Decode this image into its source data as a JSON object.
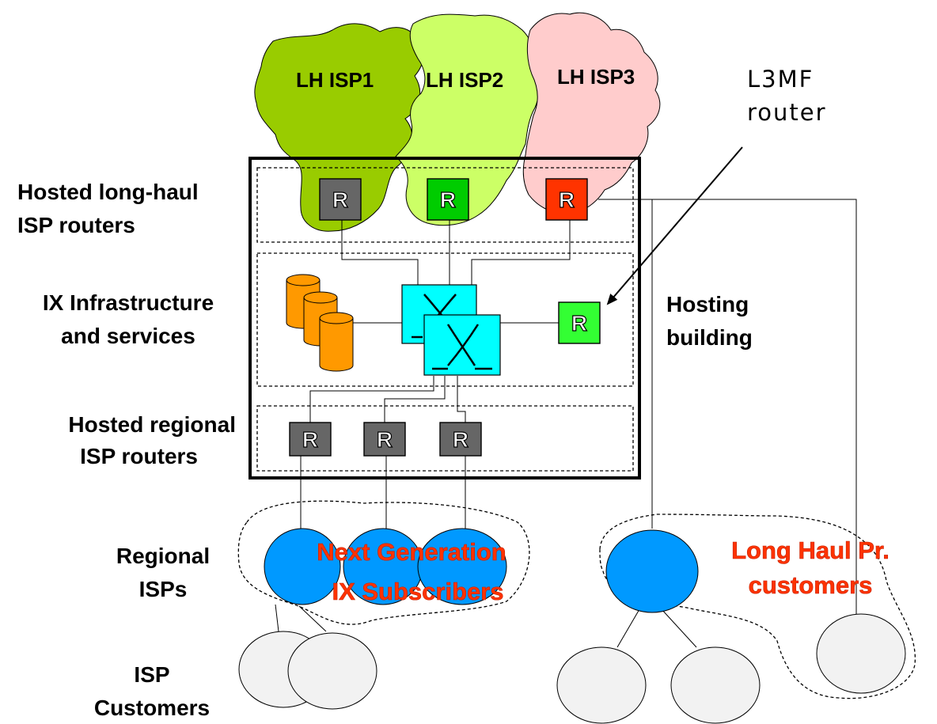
{
  "clouds": {
    "isp1": "LH ISP1",
    "isp2": "LH ISP2",
    "isp3": "LH ISP3"
  },
  "annotation": {
    "l3mf_line1": "L3MF",
    "l3mf_line2": "router"
  },
  "rows": {
    "longhaul_line1": "Hosted long-haul",
    "longhaul_line2": "ISP routers",
    "ix_line1": "IX Infrastructure",
    "ix_line2": "and services",
    "regional_line1": "Hosted regional",
    "regional_line2": "ISP routers",
    "regional_isps_line1": "Regional",
    "regional_isps_line2": "ISPs",
    "customers_line1": "ISP",
    "customers_line2": "Customers"
  },
  "hosting": {
    "line1": "Hosting",
    "line2": "building"
  },
  "groups": {
    "ngix_line1": "Next Generation",
    "ngix_line2": "IX Subscribers",
    "lh_line1": "Long Haul Pr.",
    "lh_line2": "customers"
  },
  "router_label": "R",
  "colors": {
    "isp1_cloud": "#99cc00",
    "isp2_cloud": "#ccff66",
    "isp3_cloud": "#ffcccc",
    "router_gray": "#666666",
    "router_green": "#00cc00",
    "router_red": "#ff3300",
    "l3mf_router": "#33ff33",
    "switch": "#00ffff",
    "storage": "#ff9900",
    "regional_isp": "#0099ff",
    "customer": "#f2f2f2",
    "subscriber_text": "#ff3300"
  }
}
